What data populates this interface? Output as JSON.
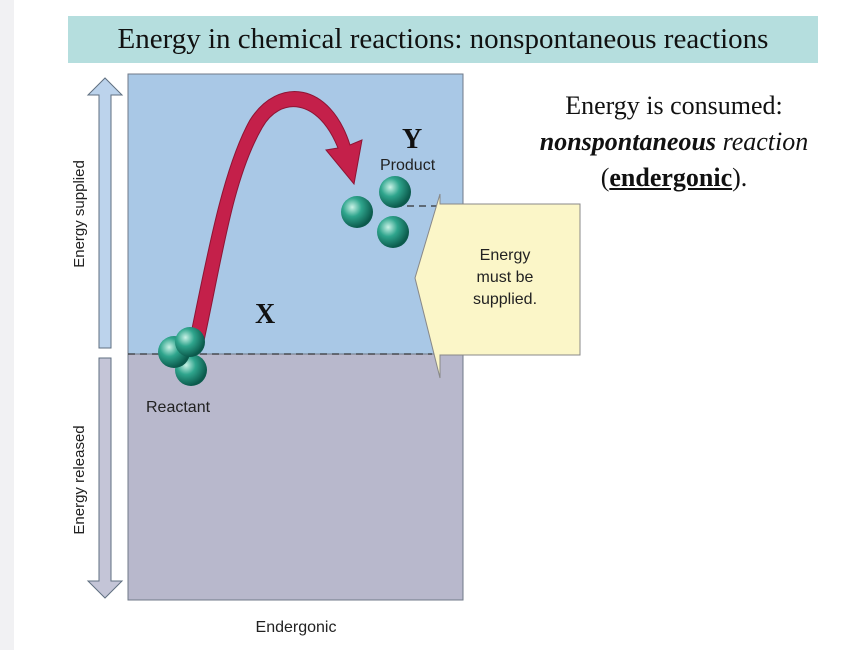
{
  "title": "Energy in chemical reactions: nonspontaneous reactions",
  "description": {
    "line1": "Energy is consumed:",
    "line2_bold": "nonspontaneous",
    "line2_rest": " reaction",
    "line3_open": "(",
    "line3_bold": "endergonic",
    "line3_close": ")."
  },
  "diagram": {
    "axis_top_label": "Energy supplied",
    "axis_bottom_label": "Energy released",
    "reactant_label": "Reactant",
    "product_label": "Product",
    "marker_x": "X",
    "marker_y": "Y",
    "callout_line1": "Energy",
    "callout_line2": "must be",
    "callout_line3": "supplied.",
    "bottom_caption": "Endergonic"
  },
  "colors": {
    "title_bg": "#b5dede",
    "upper_region": "#a9c8e6",
    "lower_region": "#b8b8cc",
    "arrow_red": "#c4204a",
    "molecule_green": "#2fa58d",
    "callout_fill": "#fbf6c8"
  }
}
